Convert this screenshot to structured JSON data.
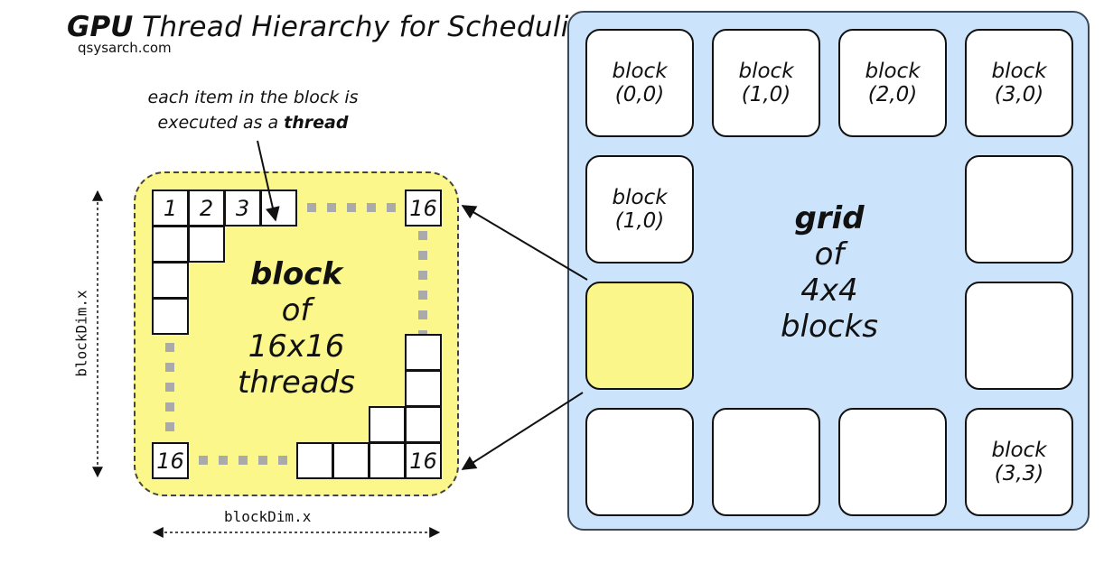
{
  "title": {
    "bold": "GPU",
    "rest": "Thread Hierarchy for Scheduling",
    "source": "qsysarch.com"
  },
  "annotation": {
    "line1": "each item in the block is",
    "line2_prefix": "executed as a",
    "line2_bold": "thread"
  },
  "block_detail": {
    "label_bold": "block",
    "label_of": "of",
    "label_dims": "16x16",
    "label_unit": "threads",
    "cells": {
      "c1": "1",
      "c2": "2",
      "c3": "3",
      "top_right": "16",
      "bottom_left": "16",
      "bottom_right": "16"
    },
    "dim_vertical": "blockDim.x",
    "dim_horizontal": "blockDim.x",
    "fill_color": "#fbf78a"
  },
  "grid": {
    "label_bold": "grid",
    "label_of": "of",
    "label_dims": "4x4",
    "label_unit": "blocks",
    "fill_color": "#cce4fb",
    "blocks": [
      {
        "name": "block",
        "index": "(0,0)"
      },
      {
        "name": "block",
        "index": "(1,0)"
      },
      {
        "name": "block",
        "index": "(2,0)"
      },
      {
        "name": "block",
        "index": "(3,0)"
      },
      {
        "name": "block",
        "index": "(1,0)"
      },
      {
        "name": "block",
        "index": "(3,3)"
      }
    ]
  }
}
